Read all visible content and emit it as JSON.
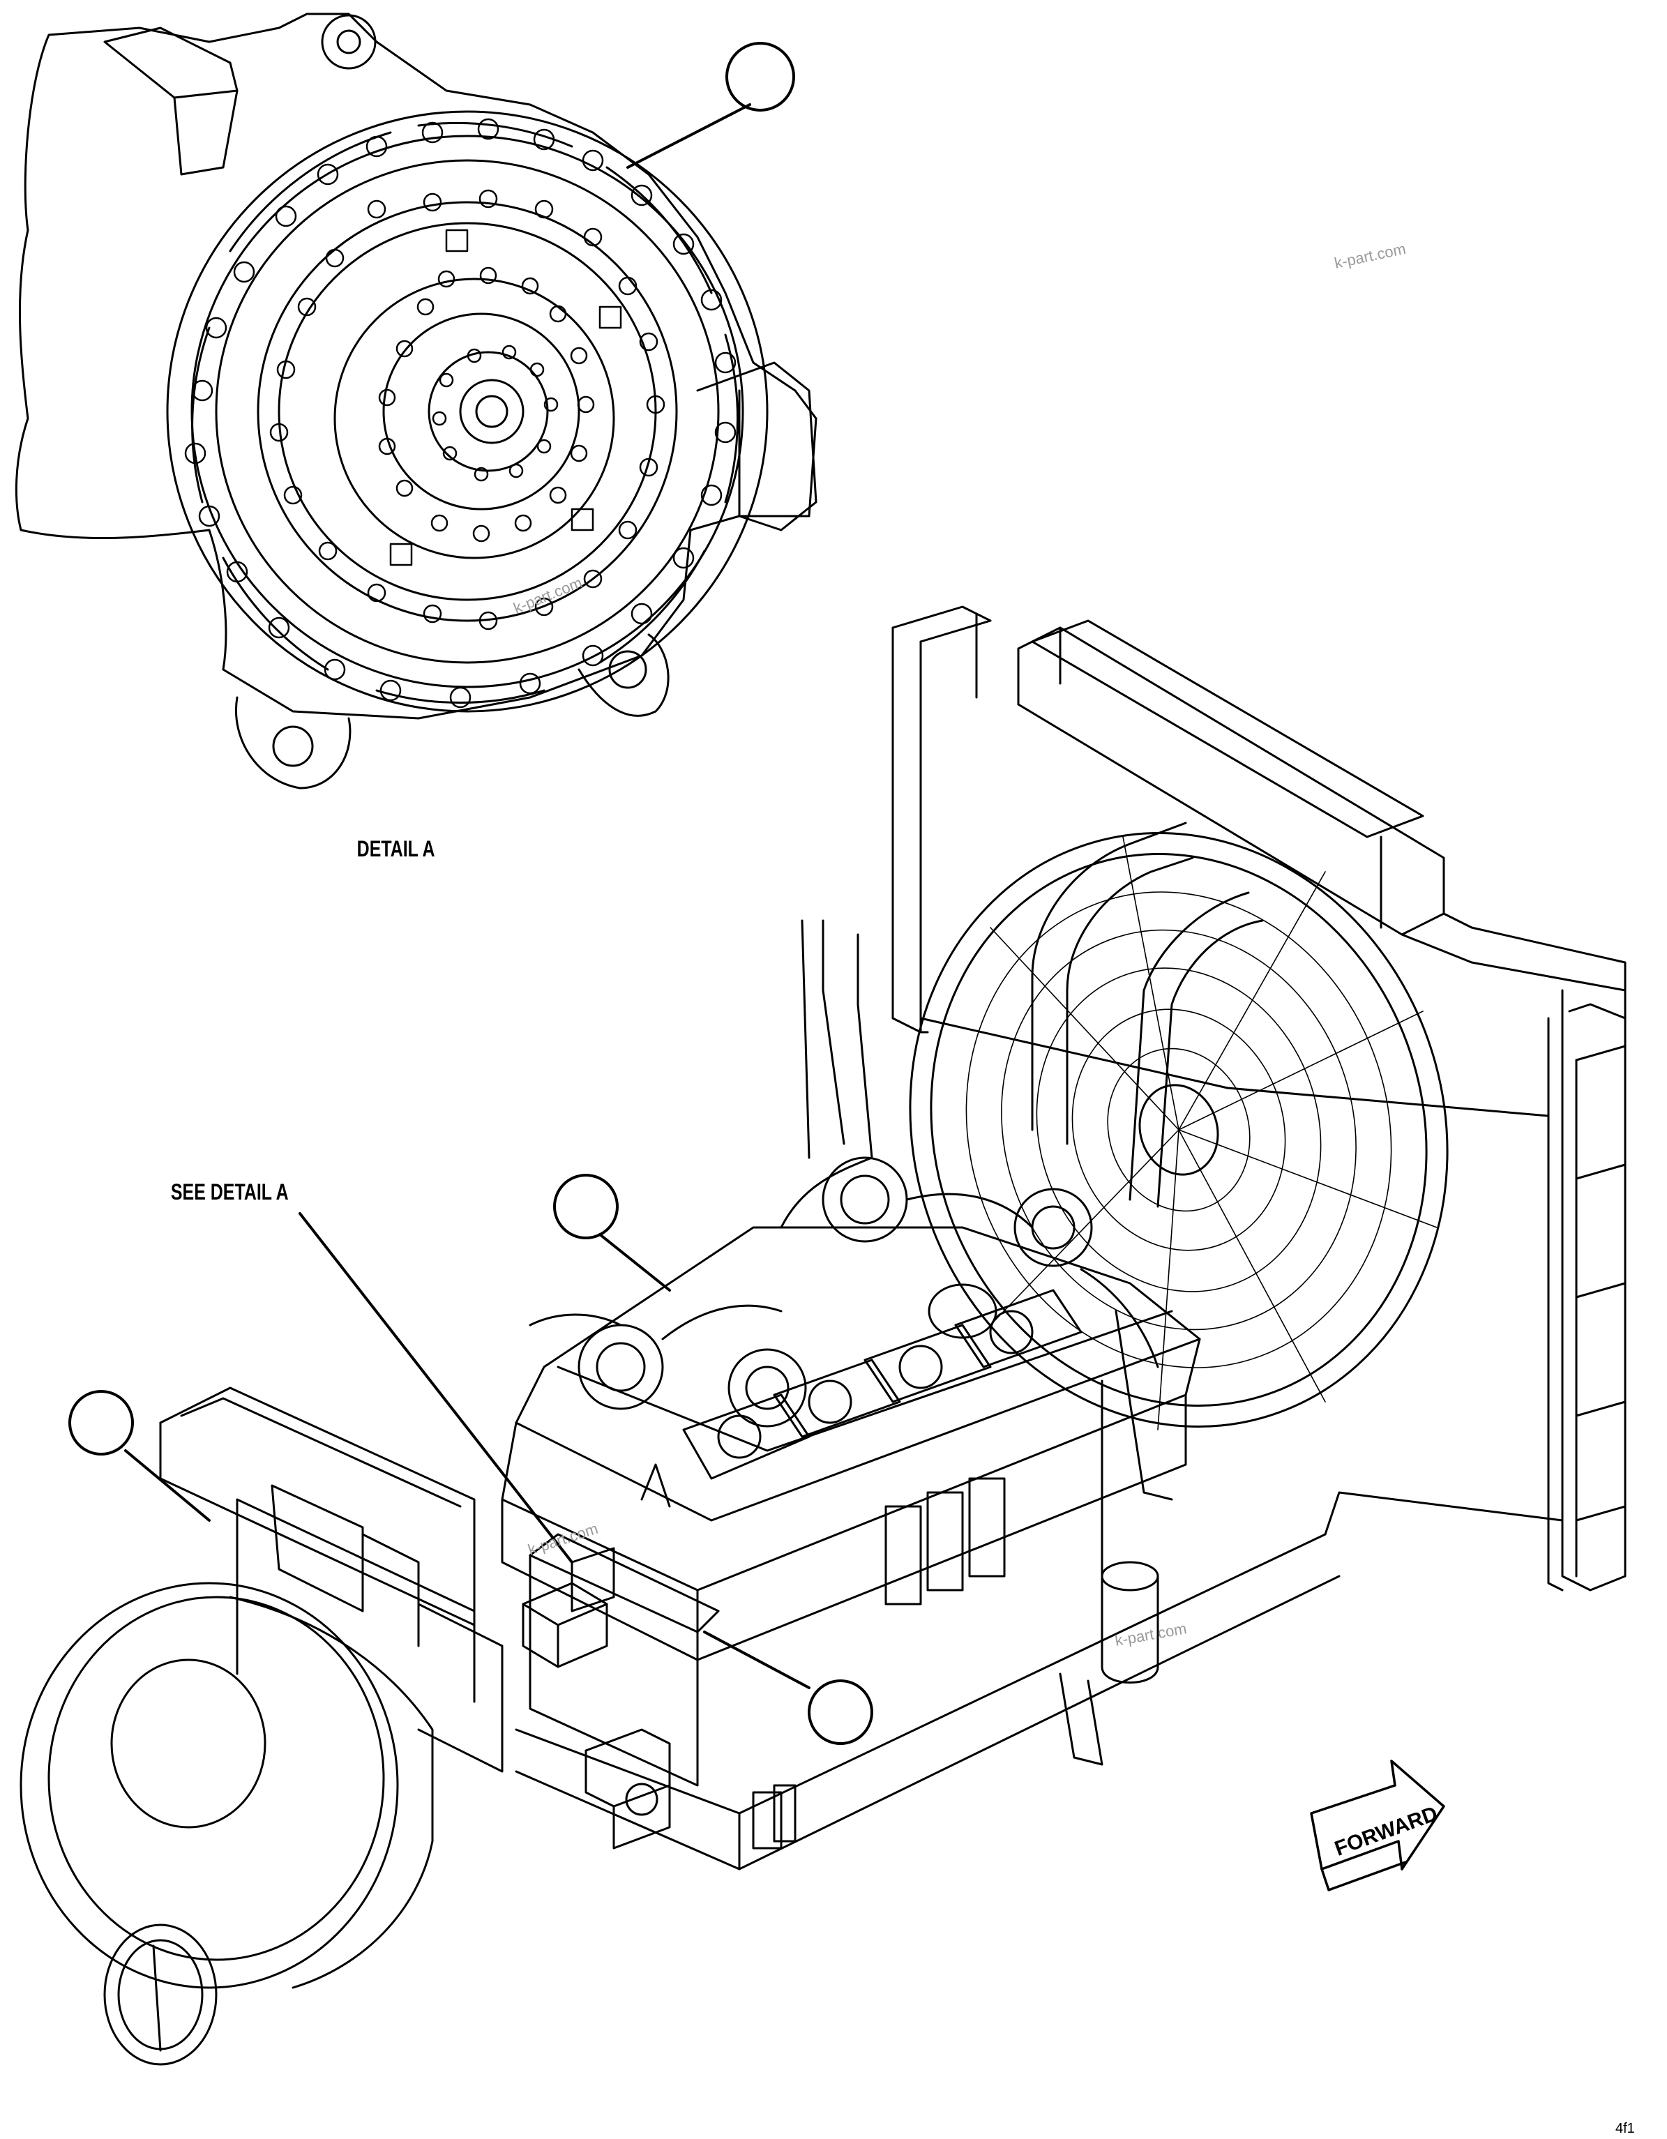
{
  "labels": {
    "detail_a": "DETAIL A",
    "see_detail_a": "SEE DETAIL A",
    "forward": "FORWARD",
    "sheet_code": "4f1"
  },
  "watermarks": [
    "k-part.com",
    "k-part.com",
    "k-part.com",
    "k-part.com"
  ],
  "callouts": [
    {
      "id": "callout-detail-top",
      "text": ""
    },
    {
      "id": "callout-turbo",
      "text": ""
    },
    {
      "id": "callout-left-duct",
      "text": ""
    },
    {
      "id": "callout-frame-bottom",
      "text": ""
    }
  ]
}
